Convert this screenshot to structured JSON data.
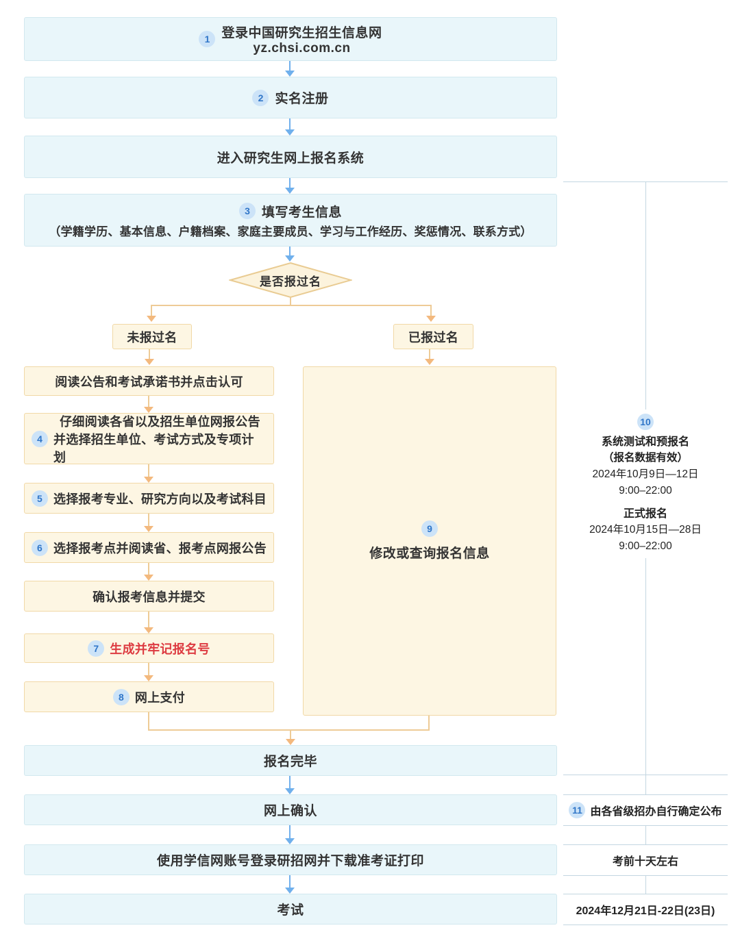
{
  "flow": {
    "step1": {
      "num": "1",
      "title": "登录中国研究生招生信息网",
      "url": "yz.chsi.com.cn"
    },
    "step2": {
      "num": "2",
      "label": "实名注册"
    },
    "step_enter": {
      "label": "进入研究生网上报名系统"
    },
    "step3": {
      "num": "3",
      "label": "填写考生信息",
      "detail": "（学籍学历、基本信息、户籍档案、家庭主要成员、学习与工作经历、奖惩情况、联系方式）"
    },
    "decision": {
      "label": "是否报过名"
    },
    "branch_no": {
      "label": "未报过名"
    },
    "branch_yes": {
      "label": "已报过名"
    },
    "step_read": {
      "label": "阅读公告和考试承诺书并点击认可"
    },
    "step4": {
      "num": "4",
      "line1": "仔细阅读各省以及招生单位网报公告",
      "line2": "并选择招生单位、考试方式及专项计划"
    },
    "step5": {
      "num": "5",
      "label": "选择报考专业、研究方向以及考试科目"
    },
    "step6": {
      "num": "6",
      "label": "选择报考点并阅读省、报考点网报公告"
    },
    "step_confirm": {
      "label": "确认报考信息并提交"
    },
    "step7": {
      "num": "7",
      "label": "生成并牢记报名号"
    },
    "step8": {
      "num": "8",
      "label": "网上支付"
    },
    "step9": {
      "num": "9",
      "label": "修改或查询报名信息"
    },
    "step_done": {
      "label": "报名完毕"
    },
    "step_online_confirm": {
      "label": "网上确认"
    },
    "step_print": {
      "label": "使用学信网账号登录研招网并下载准考证打印"
    },
    "step_exam": {
      "label": "考试"
    }
  },
  "sidebar": {
    "note10": {
      "num": "10",
      "title1": "系统测试和预报名",
      "subtitle": "（报名数据有效）",
      "date1": "2024年10月9日—12日",
      "time1": "9:00–22:00",
      "title2": "正式报名",
      "date2": "2024年10月15日—28日",
      "time2": "9:00–22:00"
    },
    "note11": {
      "num": "11",
      "label": "由各省级招办自行确定公布"
    },
    "note_print": "考前十天左右",
    "note_exam": "2024年12月21日-22日(23日)"
  },
  "colors": {
    "blue_box_bg": "#e9f6fa",
    "blue_box_border": "#d2e8ef",
    "yellow_box_bg": "#fdf6e3",
    "yellow_box_border": "#f1d8a6",
    "blue_arrow": "#70b0ec",
    "orange_arrow": "#f3b97e",
    "orange_line": "#eecb96",
    "circle_bg": "#cce3f8",
    "circle_text": "#3076c8",
    "red_text": "#dd3b41",
    "panel_line": "#c3d6e1",
    "text": "#333333"
  }
}
